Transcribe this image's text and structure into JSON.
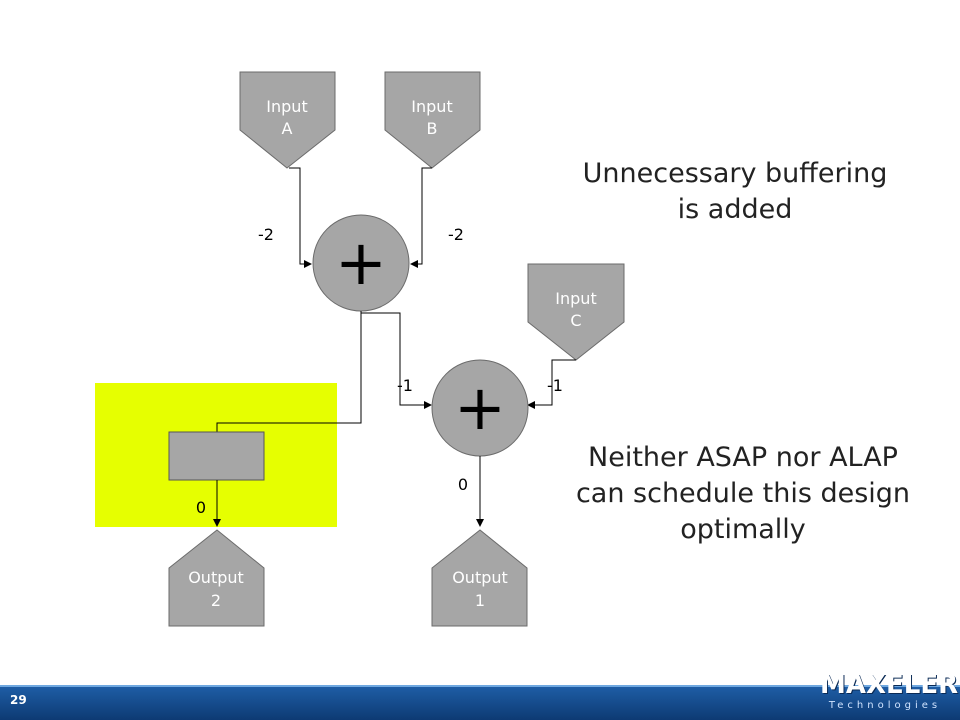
{
  "slide": {
    "number": "29"
  },
  "nodes": {
    "input_a": {
      "line1": "Input",
      "line2": "A"
    },
    "input_b": {
      "line1": "Input",
      "line2": "B"
    },
    "input_c": {
      "line1": "Input",
      "line2": "C"
    },
    "adder_top": {
      "symbol": "+"
    },
    "adder_bottom": {
      "symbol": "+"
    },
    "output_2": {
      "line1": "Output",
      "line2": "2"
    },
    "output_1": {
      "line1": "Output",
      "line2": "1"
    }
  },
  "edge_labels": {
    "a_to_adder": "-2",
    "b_to_adder": "-2",
    "adder_to_adder": "-1",
    "c_to_adder": "-1",
    "buffer_to_output2": "0",
    "adder_to_output1": "0"
  },
  "captions": {
    "top": {
      "line1": "Unnecessary buffering",
      "line2": "is added"
    },
    "bottom": {
      "line1": "Neither ASAP nor ALAP",
      "line2": "can schedule this design",
      "line3": "optimally"
    }
  },
  "logo": {
    "word": "MAXELER",
    "sub": "Technologies"
  },
  "colors": {
    "highlight": "#e6ff00",
    "node_fill": "#a6a6a6",
    "node_stroke": "#6b6b6b",
    "footer": "#0d3a73"
  }
}
